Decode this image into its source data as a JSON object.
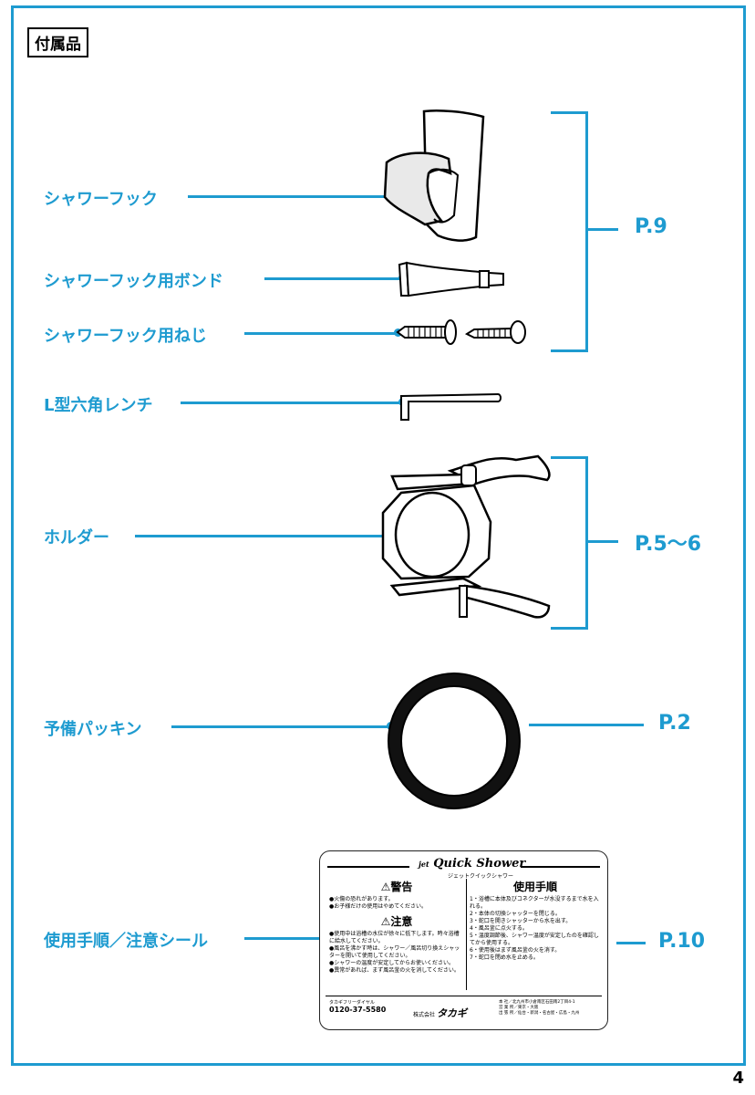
{
  "section_title": "付属品",
  "items": [
    {
      "label": "シャワーフック"
    },
    {
      "label": "シャワーフック用ボンド"
    },
    {
      "label": "シャワーフック用ねじ"
    },
    {
      "label": "L型六角レンチ"
    },
    {
      "label": "ホルダー"
    },
    {
      "label": "予備パッキン"
    },
    {
      "label": "使用手順／注意シール"
    }
  ],
  "page_refs": [
    "P.9",
    "P.5〜6",
    "P.2",
    "P.10"
  ],
  "sticker": {
    "brand": "Quick Shower",
    "brand_prefix": "jet",
    "brand_kana": "ジェットクイックシャワー",
    "warning_title": "⚠警告",
    "warning_lines": [
      "●火傷の恐れがあります。",
      "●お子様だけの使用はやめてください。"
    ],
    "caution_title": "⚠注意",
    "caution_lines": [
      "●使用中は浴槽の水位が徐々に低下します。時々浴槽に給水してください。",
      "●風呂を沸かす時は、シャワー／風呂切り換えシャッターを開いて使用してください。",
      "●シャワーの温度が安定してからお使いください。",
      "●異常があれば、まず風呂釜の火を消してください。"
    ],
    "steps_title": "使用手順",
    "steps": [
      "1・浴槽に本体及びコネクターが水没するまで水を入れる。",
      "2・本体の切換シャッターを閉じる。",
      "3・蛇口を開きシャッターから水を出す。",
      "4・風呂釜に点火する。",
      "5・温度調節後、シャワー温度が安定したのを確認してから使用する。",
      "6・使用後はまず風呂釜の火を消す。",
      "7・蛇口を閉め水を止める。"
    ],
    "freedial_label": "タカギフリーダイヤル",
    "freedial_number": "0120-37-5580",
    "company": "タカギ",
    "company_prefix": "株式会社",
    "addr_lines": [
      "本 社／北九州市小倉南区石田南2丁目4-1",
      "営 業 所／東京・大阪",
      "出 張 所／仙台・新潟・名古屋・広島・九州"
    ]
  },
  "page_number": "4"
}
